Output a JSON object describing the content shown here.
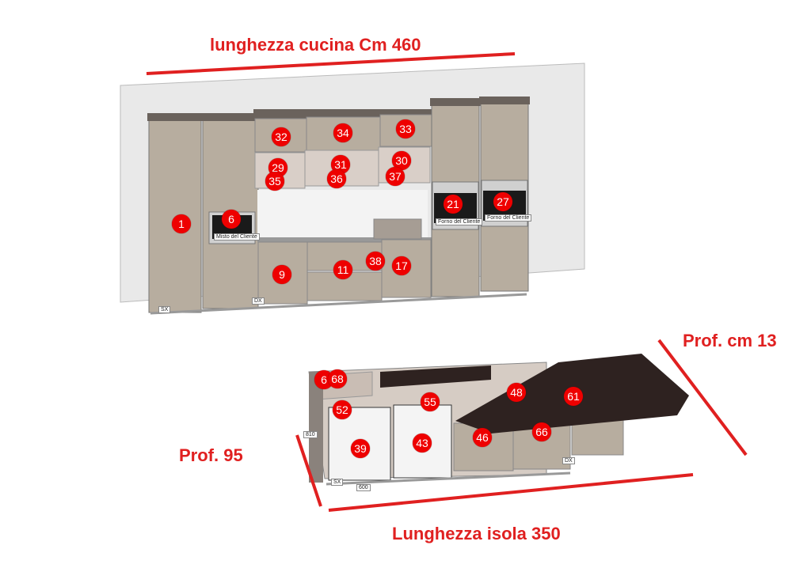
{
  "labels": {
    "kitchen_length": "lunghezza cucina Cm 460",
    "island_depth_right": "Prof. cm 13",
    "island_depth_left": "Prof. 95",
    "island_length": "Lunghezza isola 350"
  },
  "kitchen_markers": [
    "1",
    "6",
    "9",
    "11",
    "17",
    "21",
    "27",
    "29",
    "30",
    "31",
    "32",
    "33",
    "34",
    "35",
    "36",
    "37",
    "38"
  ],
  "island_markers": [
    "6",
    "68",
    "52",
    "55",
    "48",
    "61",
    "39",
    "43",
    "46",
    "66"
  ],
  "tags": {
    "microwave": "Misto del Cliente",
    "oven1": "Forno del Cliente",
    "oven2": "Forno del Cliente",
    "sx": "SX",
    "dx": "DX",
    "width": "600",
    "height": "810"
  },
  "colors": {
    "accent": "#e02020",
    "cabinet": "#b5aa9c",
    "worktop": "#2e2220"
  }
}
